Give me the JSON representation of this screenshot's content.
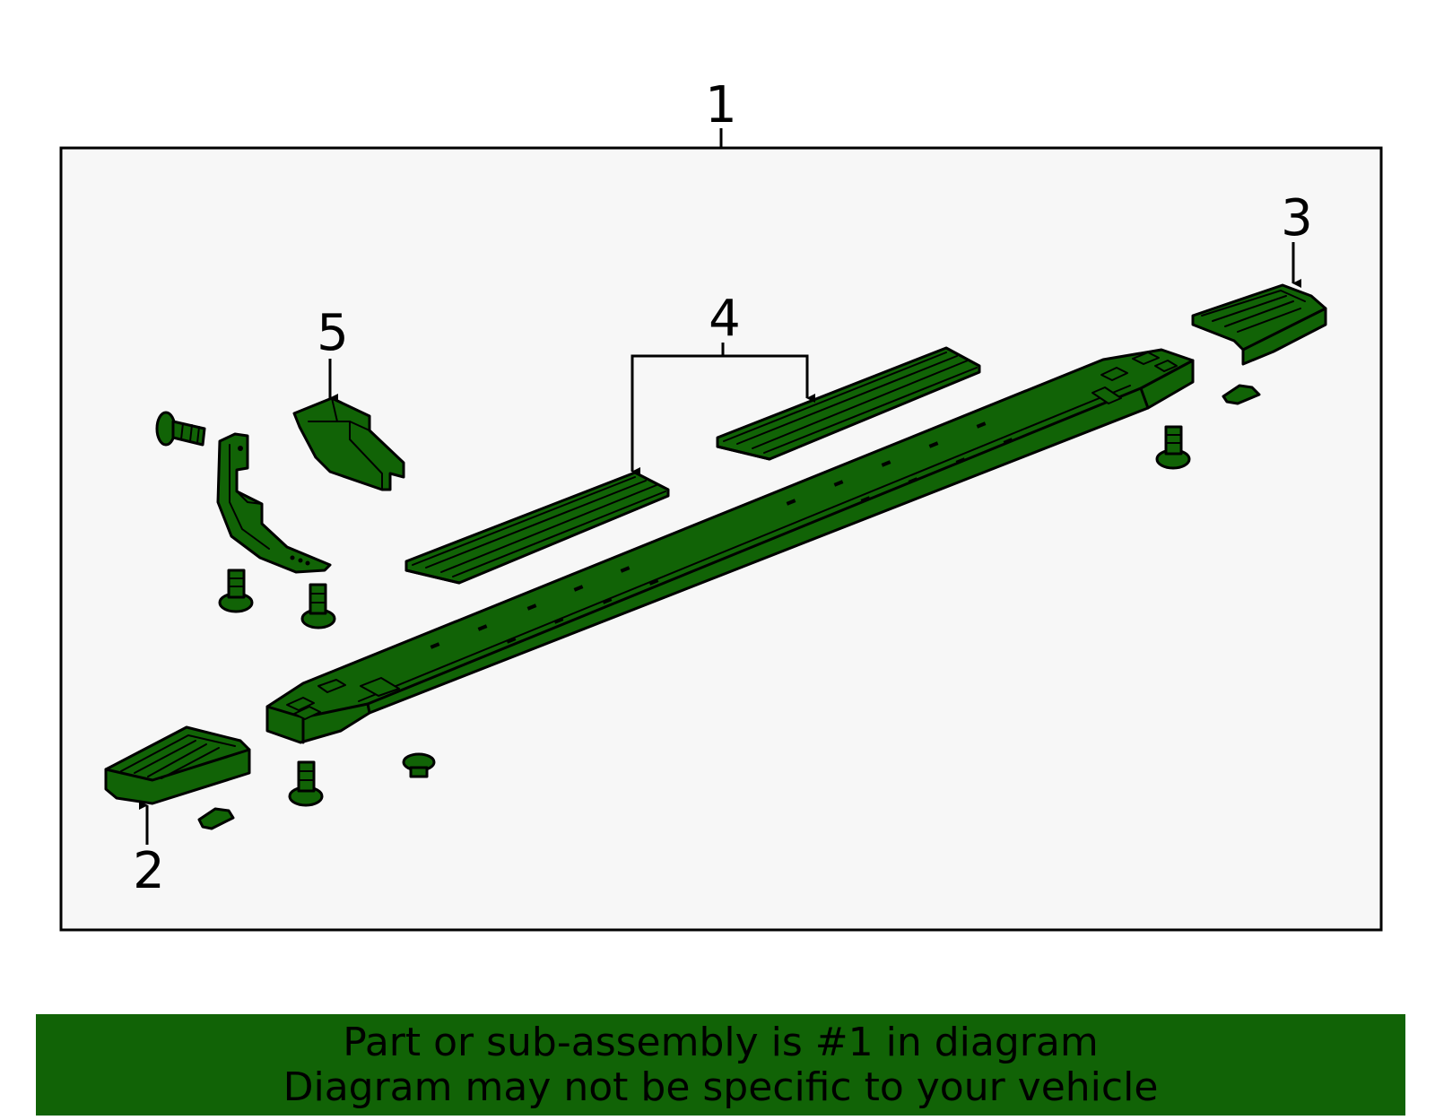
{
  "colors": {
    "part_fill": "#116306",
    "outline": "#000000",
    "frame_bg": "#f7f7f7",
    "banner_bg": "#116306"
  },
  "callouts": {
    "c1": "1",
    "c2": "2",
    "c3": "3",
    "c4": "4",
    "c5": "5"
  },
  "banner": {
    "line1": "Part or sub-assembly is #1 in diagram",
    "line2": "Diagram may not be specific to your vehicle"
  }
}
